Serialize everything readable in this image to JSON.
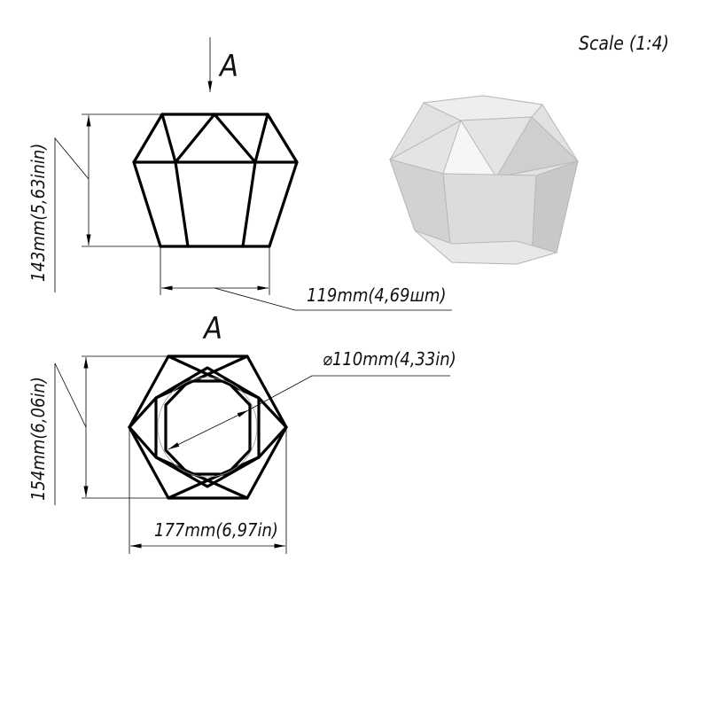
{
  "scale_label": "Scale (1:4)",
  "front_view": {
    "view_marker": "A",
    "height_dim": "143mm(5,63inin)",
    "base_width_dim": "119mm(4,69шm)"
  },
  "top_view": {
    "view_label": "A",
    "height_dim": "154mm(6,06in)",
    "width_dim": "177mm(6,97in)",
    "diameter_dim": "⌀110mm(4,33in)"
  }
}
